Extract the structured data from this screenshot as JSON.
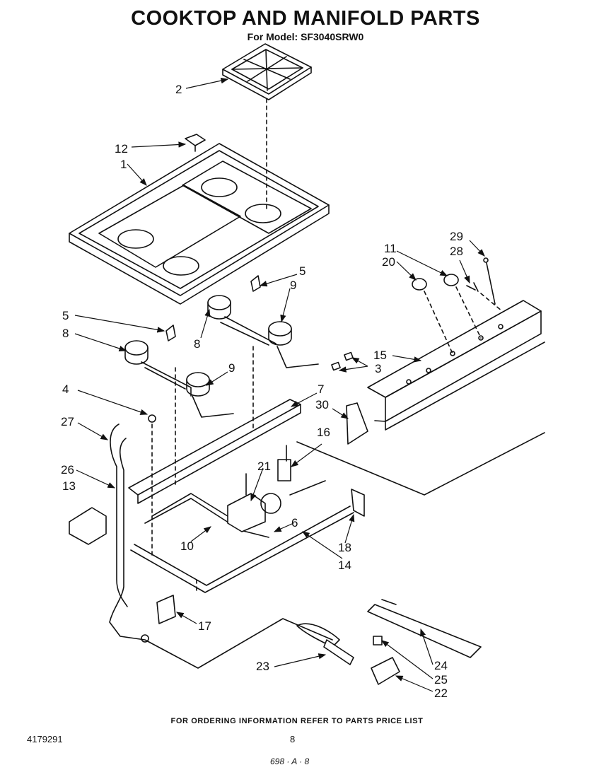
{
  "header": {
    "title": "COOKTOP AND MANIFOLD PARTS",
    "subtitle": "For Model: SF3040SRW0"
  },
  "footer": {
    "ordering_note": "FOR ORDERING INFORMATION REFER TO PARTS PRICE LIST",
    "document_number": "4179291",
    "page_number": "8",
    "handwritten_code": "698 · A · 8"
  },
  "callouts": {
    "c1": "1",
    "c2": "2",
    "c3": "3",
    "c4": "4",
    "c5a": "5",
    "c5b": "5",
    "c6": "6",
    "c7": "7",
    "c8a": "8",
    "c8b": "8",
    "c9a": "9",
    "c9b": "9",
    "c10": "10",
    "c11": "11",
    "c12": "12",
    "c13": "13",
    "c14": "14",
    "c15": "15",
    "c16": "16",
    "c17": "17",
    "c18": "18",
    "c20": "20",
    "c21": "21",
    "c22": "22",
    "c23": "23",
    "c24": "24",
    "c25": "25",
    "c26": "26",
    "c27": "27",
    "c28": "28",
    "c29": "29",
    "c30": "30"
  }
}
